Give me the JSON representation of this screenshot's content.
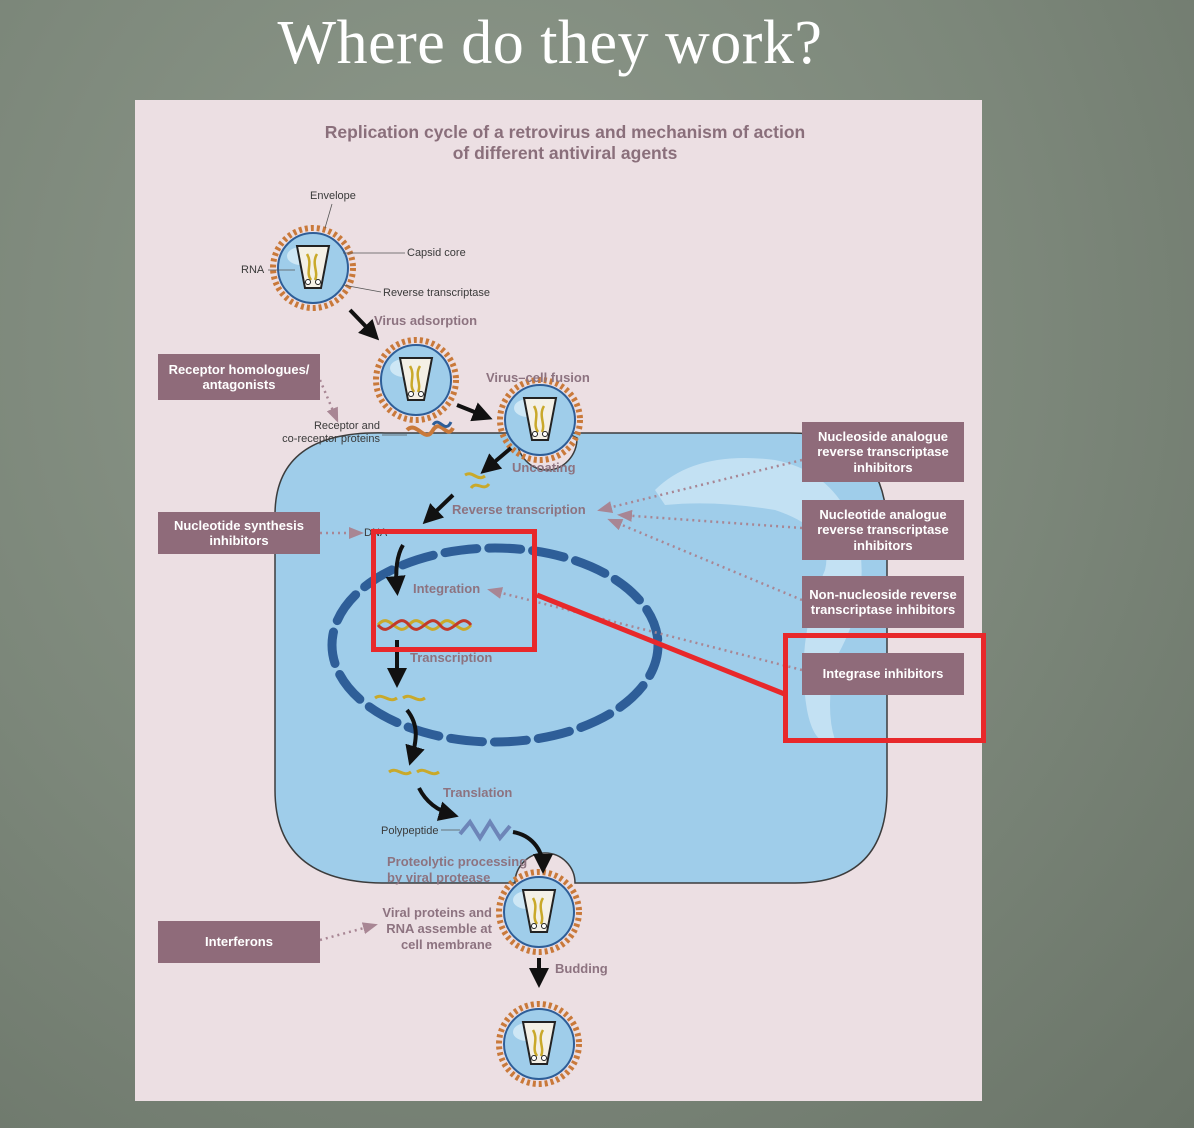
{
  "slide": {
    "title": "Where do they work?"
  },
  "figure": {
    "title_line1": "Replication cycle of a retrovirus and mechanism of action",
    "title_line2": "of different antiviral agents",
    "virus_labels": {
      "envelope": "Envelope",
      "capsid_core": "Capsid core",
      "rna": "RNA",
      "reverse_transcriptase": "Reverse transcriptase",
      "receptor_line1": "Receptor and",
      "receptor_line2": "co-receptor proteins",
      "dna": "DNA",
      "polypeptide": "Polypeptide"
    },
    "steps": {
      "adsorption": "Virus adsorption",
      "fusion": "Virus–cell fusion",
      "uncoating": "Uncoating",
      "reverse_transcription": "Reverse transcription",
      "integration": "Integration",
      "transcription": "Transcription",
      "translation": "Translation",
      "proteolytic_line1": "Proteolytic processing",
      "proteolytic_line2": "by viral protease",
      "assembly_line1": "Viral proteins and",
      "assembly_line2": "RNA assemble at",
      "assembly_line3": "cell membrane",
      "budding": "Budding"
    },
    "drug_boxes": {
      "receptor_line1": "Receptor homologues/",
      "receptor_line2": "antagonists",
      "nucleotide_synth_line1": "Nucleotide synthesis",
      "nucleotide_synth_line2": "inhibitors",
      "interferons": "Interferons",
      "nrti1_line1": "Nucleoside analogue",
      "nrti1_line2": "reverse transcriptase",
      "nrti1_line3": "inhibitors",
      "nrti2_line1": "Nucleotide analogue",
      "nrti2_line2": "reverse transcriptase",
      "nrti2_line3": "inhibitors",
      "nnrti_line1": "Non-nucleoside reverse",
      "nnrti_line2": "transcriptase inhibitors",
      "integrase": "Integrase inhibitors"
    },
    "colors": {
      "panel_bg": "#ecdfe3",
      "cell_fill": "#9fcdea",
      "cell_stroke": "#3c3c3c",
      "nucleus_dash": "#2e5e98",
      "drug_box": "#8f6b7a",
      "step_text": "#8d7380",
      "highlight": "#e8282b"
    }
  }
}
